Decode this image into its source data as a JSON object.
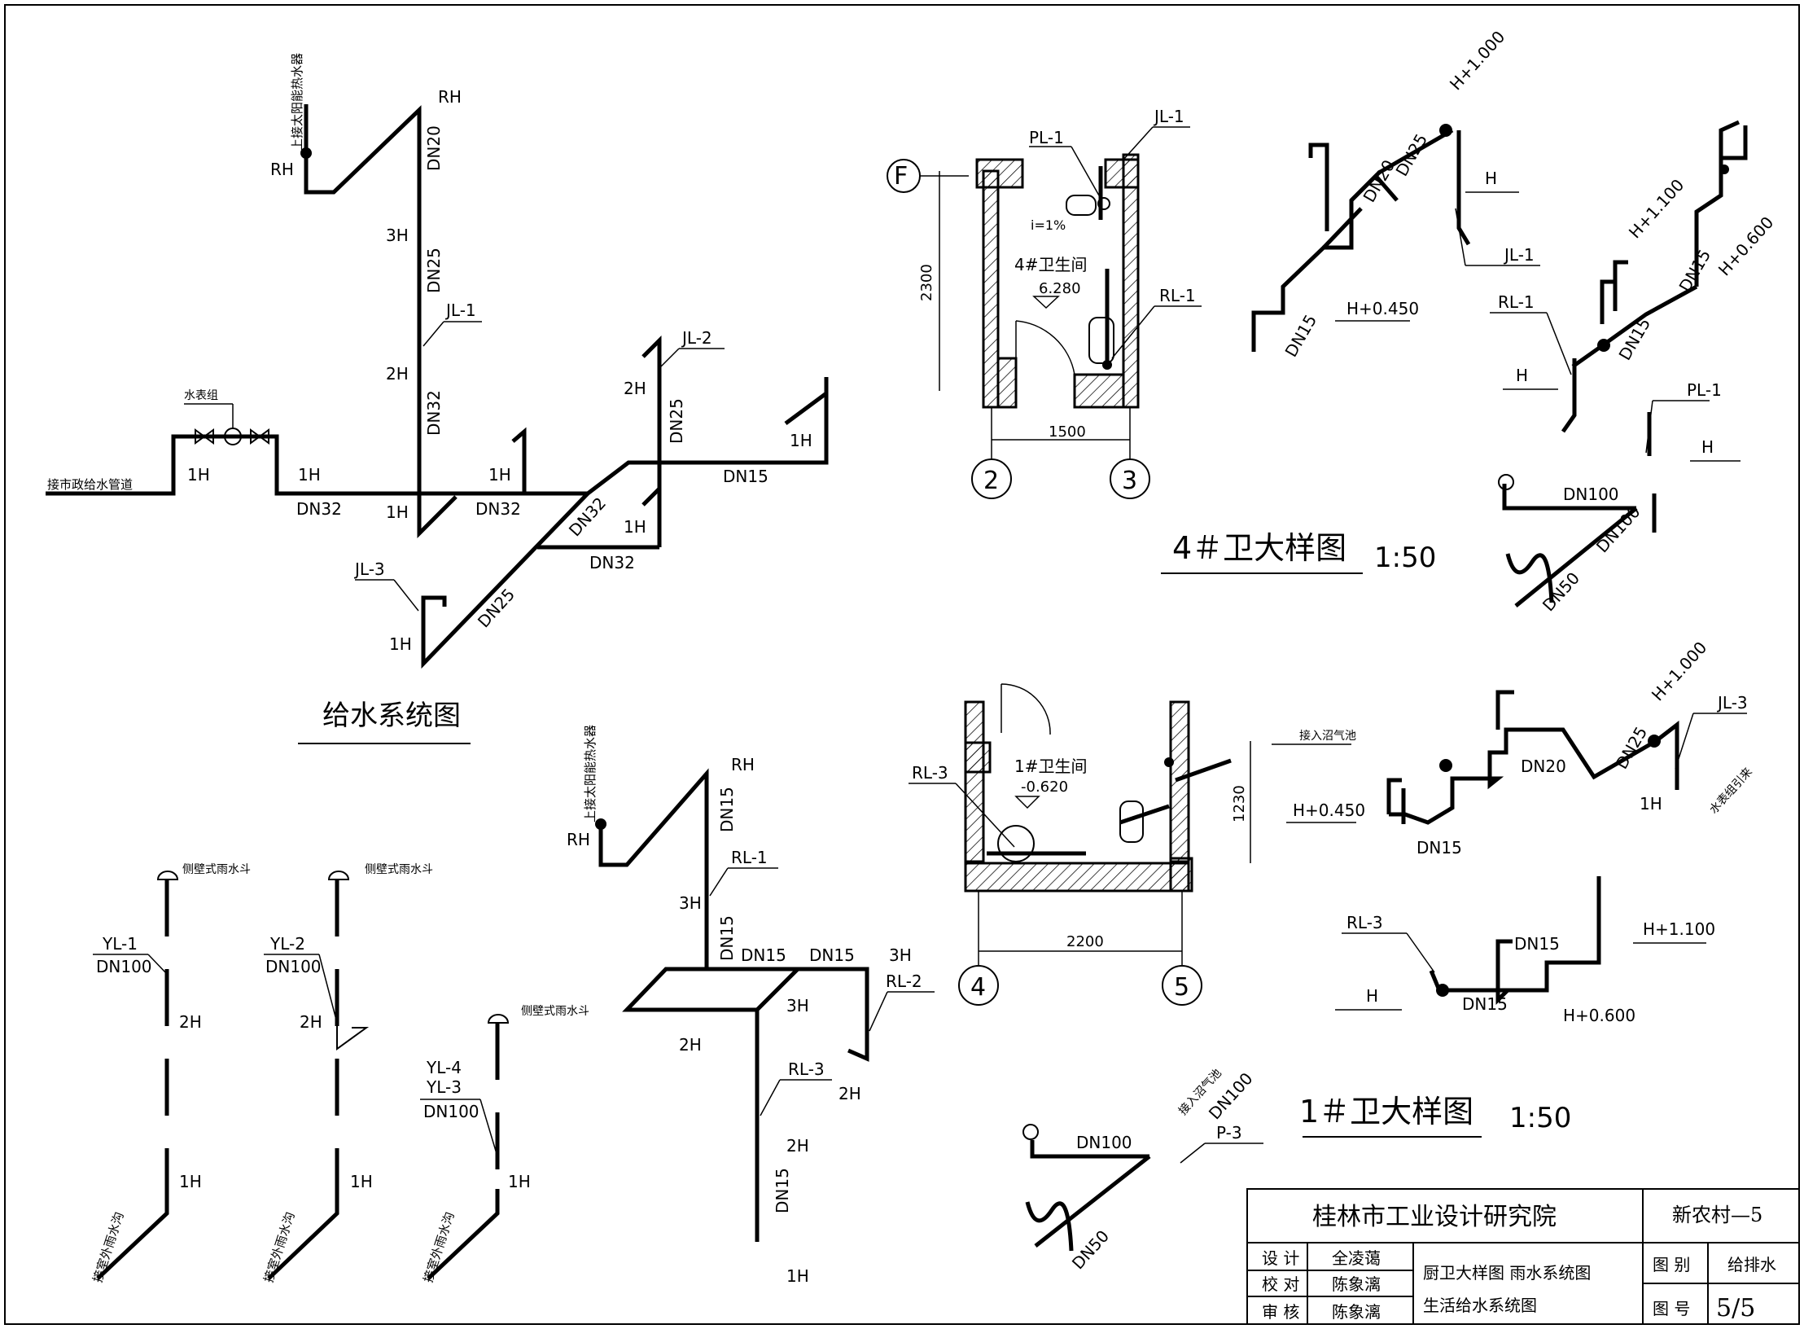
{
  "water_supply": {
    "title": "给水系统图",
    "solar_label": "上接太阳能热水器",
    "meter_label": "水表组",
    "mains_label": "接市政给水管道",
    "labels": {
      "rh": "RH",
      "dn20": "DN20",
      "dn25": "DN25",
      "dn32": "DN32",
      "dn15": "DN15",
      "h3": "3H",
      "h2": "2H",
      "h1": "1H",
      "jl1": "JL-1",
      "jl2": "JL-2",
      "jl3": "JL-3"
    }
  },
  "rain": {
    "hopper_label": "侧壁式雨水斗",
    "yl1": "YL-1",
    "yl2": "YL-2",
    "yl3": "YL-3",
    "yl4": "YL-4",
    "dn100": "DN100",
    "h2": "2H",
    "h1": "1H",
    "outfall": "接室外雨水沟"
  },
  "hot_water": {
    "solar_label": "上接太阳能热水器",
    "labels": {
      "rh": "RH",
      "dn15": "DN15",
      "h3": "3H",
      "h2": "2H",
      "h1": "1H",
      "rl1": "RL-1",
      "rl2": "RL-2",
      "rl3": "RL-3"
    }
  },
  "toilet4": {
    "title": "4＃卫大样图",
    "scale": "1:50",
    "axis_f": "F",
    "axis_2": "2",
    "axis_3": "3",
    "pl1": "PL-1",
    "jl1": "JL-1",
    "rl1": "RL-1",
    "slope": "i=1%",
    "room": "4#卫生间",
    "elev": "6.280",
    "dim_h": "2300",
    "dim_w": "1500",
    "iso": {
      "h1000": "H+1.000",
      "h1100": "H+1.100",
      "h0600": "H+0.600",
      "h0450": "H+0.450",
      "h": "H",
      "dn20": "DN20",
      "dn25": "DN25",
      "dn15": "DN15",
      "dn100": "DN100",
      "dn50": "DN50",
      "jl1": "JL-1",
      "rl1": "RL-1",
      "pl1": "PL-1"
    }
  },
  "toilet1": {
    "title": "1＃卫大样图",
    "scale": "1:50",
    "axis_4": "4",
    "axis_5": "5",
    "room": "1#卫生间",
    "elev": "-0.620",
    "rl3": "RL-3",
    "biogas": "接入沼气池",
    "dim_h": "1230",
    "dim_w": "2200",
    "iso": {
      "h1000": "H+1.000",
      "h0450": "H+0.450",
      "h1100": "H+1.100",
      "h0600": "H+0.600",
      "h": "H",
      "dn20": "DN20",
      "dn25": "DN25",
      "dn15": "DN15",
      "h1": "1H",
      "jl3": "JL-3",
      "rl3": "RL-3",
      "meter_lead": "水表组引来"
    },
    "drain": {
      "biogas": "接入沼气池",
      "dn100": "DN100",
      "dn50": "DN50",
      "p3": "P-3"
    }
  },
  "title_block": {
    "institute": "桂林市工业设计研究院",
    "project": "新农村—5",
    "design_label": "设 计",
    "design_name": "全凌蔼",
    "check_label": "校 对",
    "check_name": "陈象漓",
    "review_label": "审 核",
    "review_name": "陈象漓",
    "drawing_title_1": "厨卫大样图  雨水系统图",
    "drawing_title_2": "生活给水系统图",
    "category_label": "图 别",
    "category": "给排水",
    "number_label": "图 号",
    "number": "5/5"
  }
}
